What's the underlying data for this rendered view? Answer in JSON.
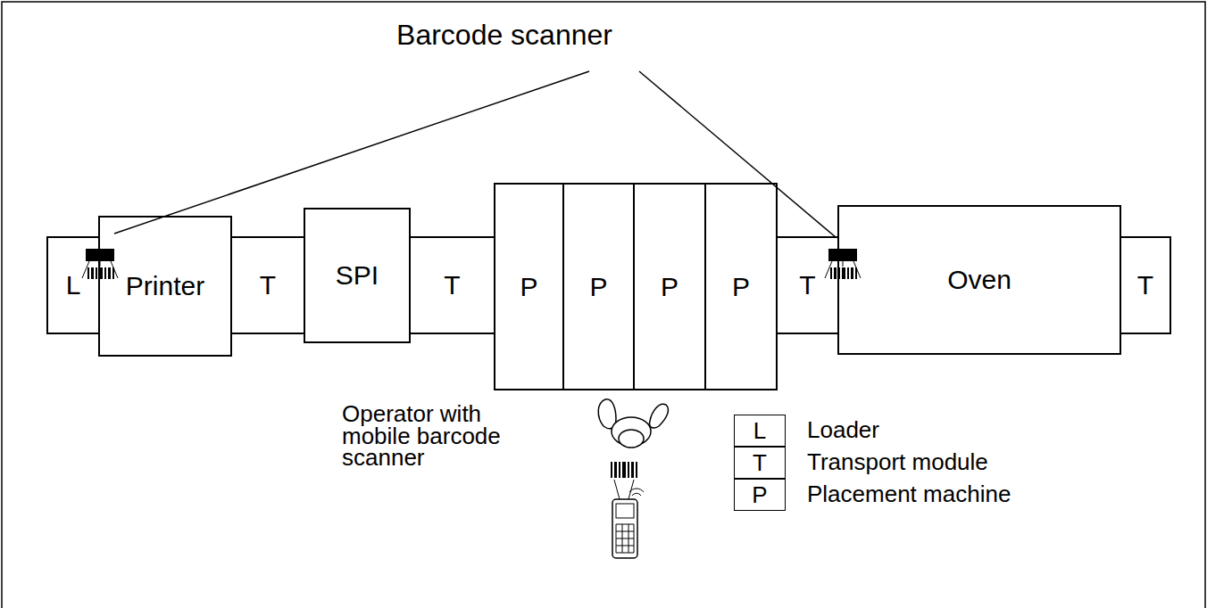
{
  "diagram": {
    "nodes": [
      {
        "text": [
          "L"
        ]
      },
      {
        "text": [
          "Printer"
        ]
      },
      {
        "text": [
          "T"
        ]
      },
      {
        "text": [
          "SPI"
        ]
      },
      {
        "text": [
          "T"
        ]
      },
      {
        "text": [
          "P"
        ]
      },
      {
        "text": [
          "P"
        ]
      },
      {
        "text": [
          "P"
        ]
      },
      {
        "text": [
          "P"
        ]
      },
      {
        "text": [
          "T"
        ]
      },
      {
        "text": [
          "Oven"
        ]
      },
      {
        "text": [
          "T"
        ]
      },
      {
        "text": [
          "L"
        ]
      },
      {
        "text": [
          "T"
        ]
      },
      {
        "text": [
          "P"
        ]
      }
    ],
    "labels": [
      "Barcode scanner",
      "Operator with mobile barcode scanner"
    ],
    "legend": [
      {
        "text": "Loader"
      },
      {
        "text": "Transport module"
      },
      {
        "text": "Placement machine"
      }
    ]
  }
}
